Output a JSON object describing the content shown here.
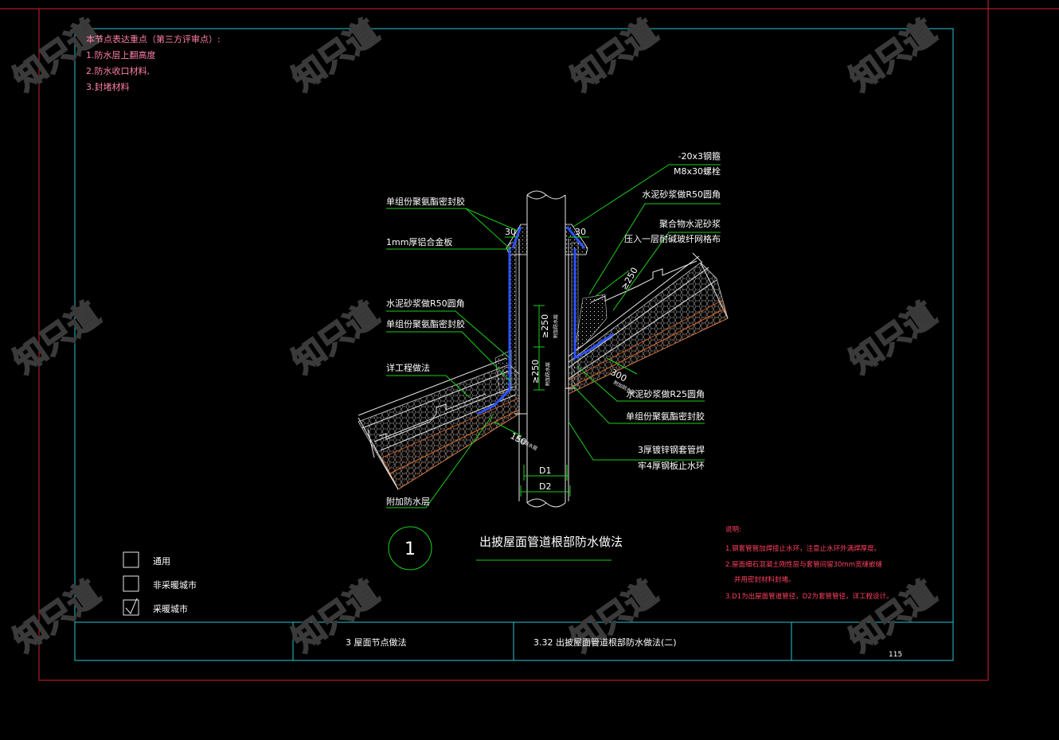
{
  "notes_header": {
    "title": "本节点表达重点（第三方评审点）:",
    "items": [
      "1.防水层上翻高度",
      "2.防水收口材料,",
      "3.封堵材料"
    ]
  },
  "callouts": {
    "steel_hoop": "-20x3钢箍",
    "bolt": "M8x30螺栓",
    "mortar_r50_right": "水泥砂浆做R50圆角",
    "polymer_mortar": "聚合物水泥砂浆",
    "mesh_cloth": "压入一层耐碱玻纤网格布",
    "sealant_top_left": "单组份聚氨酯密封胶",
    "aluminum_plate": "1mm厚铝合金板",
    "mortar_r50_left": "水泥砂浆做R50圆角",
    "sealant_mid_left": "单组份聚氨酯密封胶",
    "project_ref": "详工程做法",
    "mortar_r25": "水泥砂浆做R25圆角",
    "sealant_right": "单组份聚氨酯密封胶",
    "galv_sleeve": "3厚镀锌钢套管焊",
    "water_stop_ring": "牢4厚钢板止水环",
    "extra_layer": "附加防水层"
  },
  "dimensions": {
    "d30_left": "30",
    "d30_right": "30",
    "d250_pipe_upper": "≥250",
    "d250_pipe_lower": "≥250",
    "d250_slope": "≥250",
    "d300": "300",
    "d150": "150",
    "d1": "D1",
    "d2": "D2",
    "tiny_label": "附加防水层"
  },
  "figure": {
    "number": "1",
    "title": "出披屋面管道根部防水做法"
  },
  "legend": {
    "items": [
      {
        "label": "通用",
        "checked": false
      },
      {
        "label": "非采暖城市",
        "checked": false
      },
      {
        "label": "采暖城市",
        "checked": true
      }
    ]
  },
  "remarks": {
    "title": "说明:",
    "lines": [
      "1.钢套管管加焊接止水环，注意止水环外满焊厚度。",
      "2.屋面细石混凝土刚性层与套管间留30mm宽缝嵌缝",
      "并用密封材料封堵。",
      "3.D1为出屋面管道管径，D2为套管管径，详工程设计。"
    ]
  },
  "title_block": {
    "chapter": "3  屋面节点做法",
    "section": "3.32  出披屋面管道根部防水做法(二)",
    "page": "115"
  },
  "watermark": "知只道",
  "colors": {
    "background": "#000000",
    "frame_red": "#d22030",
    "frame_cyan": "#27c6d6",
    "leader_green": "#19d119",
    "notes_pink": "#ff7fa8",
    "waterproof_blue": "#2a52ff"
  }
}
